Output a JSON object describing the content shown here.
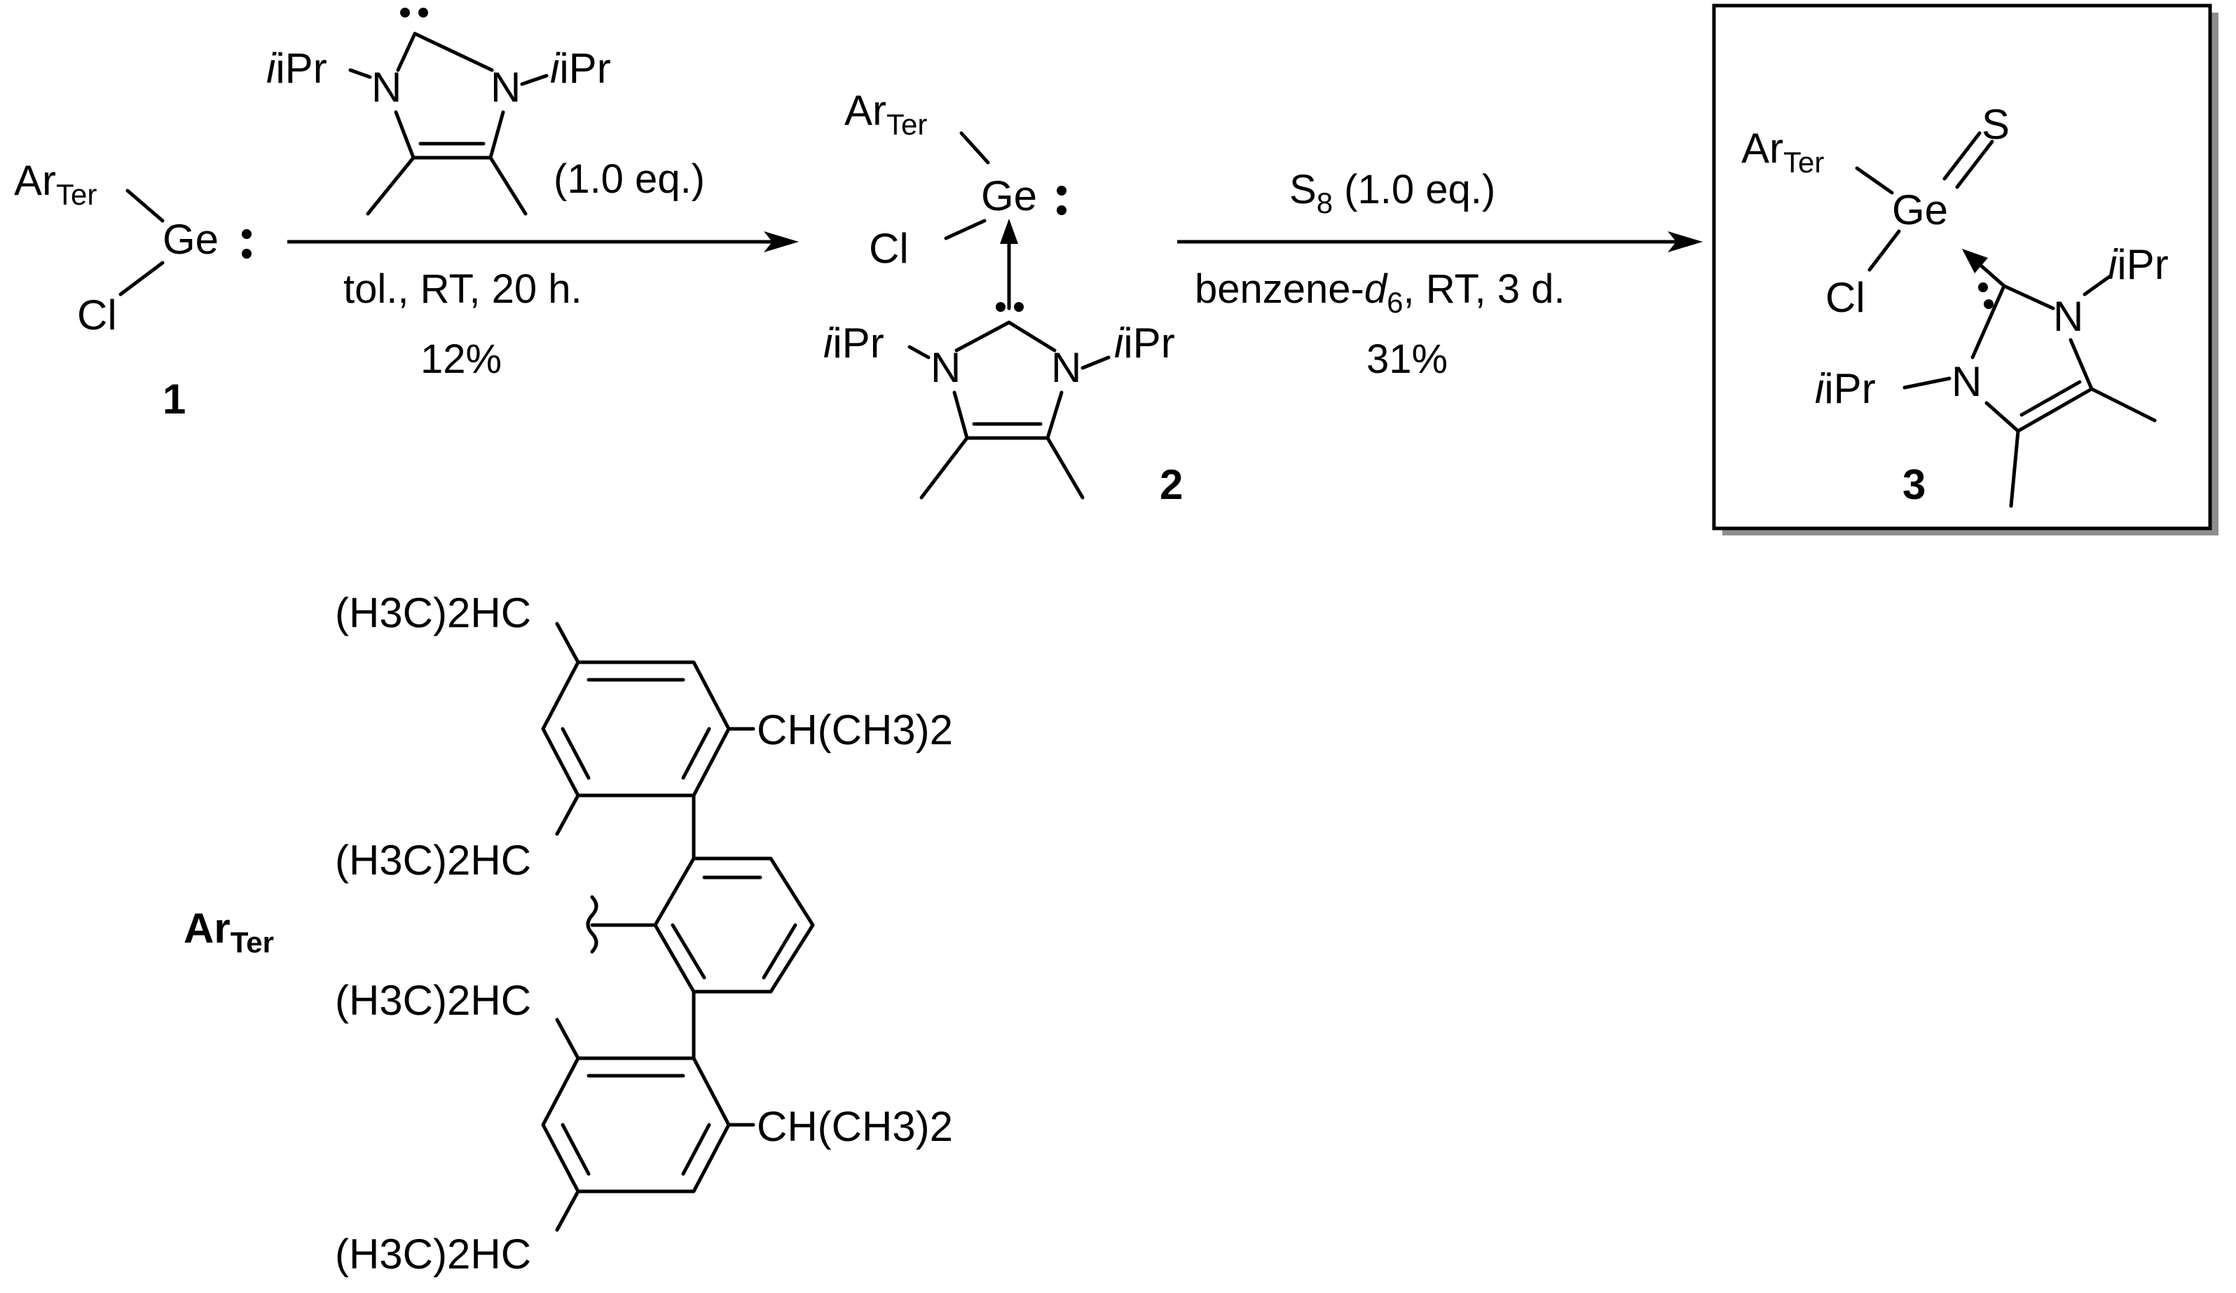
{
  "scheme": {
    "compound1": {
      "ar": "Ar",
      "ar_sub": "Ter",
      "ge": "Ge",
      "cl": "Cl",
      "number": "1"
    },
    "nhc_reagent": {
      "ipr_left": "iPr",
      "ipr_right": "iPr",
      "n_left": "N",
      "n_right": "N",
      "equiv": "(1.0 eq.)"
    },
    "step1": {
      "conditions": "tol., RT, 20 h.",
      "yield": "12%"
    },
    "compound2": {
      "ar": "Ar",
      "ar_sub": "Ter",
      "ge": "Ge",
      "cl": "Cl",
      "ipr_left": "iPr",
      "ipr_right": "iPr",
      "n_left": "N",
      "n_right": "N",
      "number": "2"
    },
    "step2": {
      "reagent": "S",
      "reagent_sub": "8",
      "reagent_equiv": " (1.0 eq.)",
      "solvent": "benzene-",
      "solvent_d": "d",
      "solvent_sub": "6",
      "conditions": ", RT, 3 d.",
      "yield": "31%"
    },
    "compound3": {
      "ar": "Ar",
      "ar_sub": "Ter",
      "ge": "Ge",
      "s": "S",
      "cl": "Cl",
      "ipr_top": "iPr",
      "ipr_left": "iPr",
      "n_left": "N",
      "n_right": "N",
      "number": "3"
    },
    "ar_ter": {
      "label": "Ar",
      "label_sub": "Ter",
      "group_upper_top": "(H3C)2HC",
      "group_upper_right": "CH(CH3)2",
      "group_upper_left": "(H3C)2HC",
      "group_lower_left": "(H3C)2HC",
      "group_lower_right": "CH(CH3)2",
      "group_lower_bottom": "(H3C)2HC"
    }
  }
}
